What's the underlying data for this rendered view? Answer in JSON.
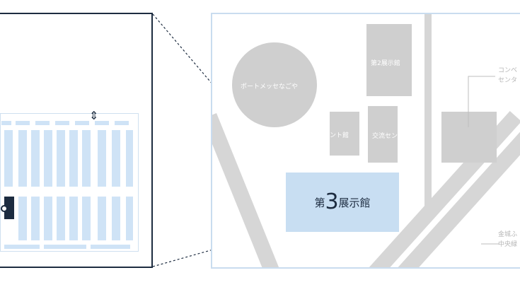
{
  "zoom_inset": {
    "title": ""
  },
  "venue_map": {
    "hall3_label_prefix": "第",
    "hall3_label_number": "3",
    "hall3_label_suffix": "展示館",
    "port_messe_label": "ポートメッセなごや",
    "hall2_label": "第2展示館",
    "event_hall_label": "イベント館",
    "exchange_center_label": "交流センター",
    "convention_label_1": "コンベ",
    "convention_label_2": "センタ",
    "station_label_1": "金城ふ",
    "station_label_2": "中央緑"
  },
  "colors": {
    "accent_navy": "#1d2c40",
    "hall_blue": "#c8def2",
    "building_gray": "#cfcfcf"
  }
}
